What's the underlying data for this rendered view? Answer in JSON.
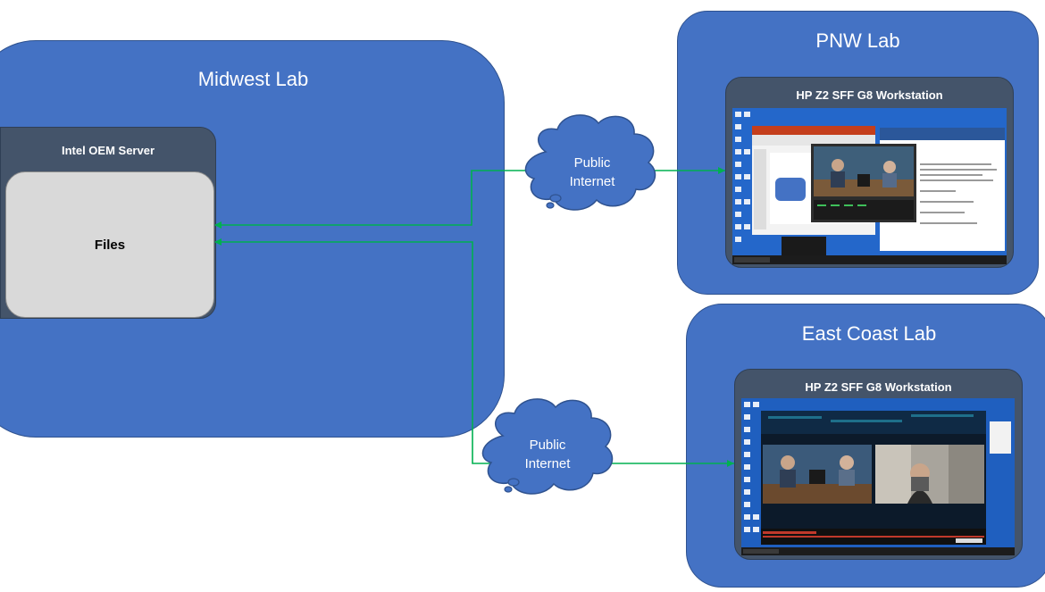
{
  "midwest_lab": {
    "title": "Midwest Lab",
    "server_title": "Intel OEM Server",
    "files_label": "Files"
  },
  "pnw_lab": {
    "title": "PNW Lab",
    "workstation_title": "HP Z2 SFF G8 Workstation"
  },
  "east_lab": {
    "title": "East Coast Lab",
    "workstation_title": "HP Z2 SFF G8 Workstation"
  },
  "clouds": [
    {
      "line1": "Public",
      "line2": "Internet"
    },
    {
      "line1": "Public",
      "line2": "Internet"
    }
  ],
  "colors": {
    "lab_fill": "#4472c4",
    "panel_fill": "#44546a",
    "files_fill": "#d9d9d9",
    "connector": "#00b050"
  }
}
